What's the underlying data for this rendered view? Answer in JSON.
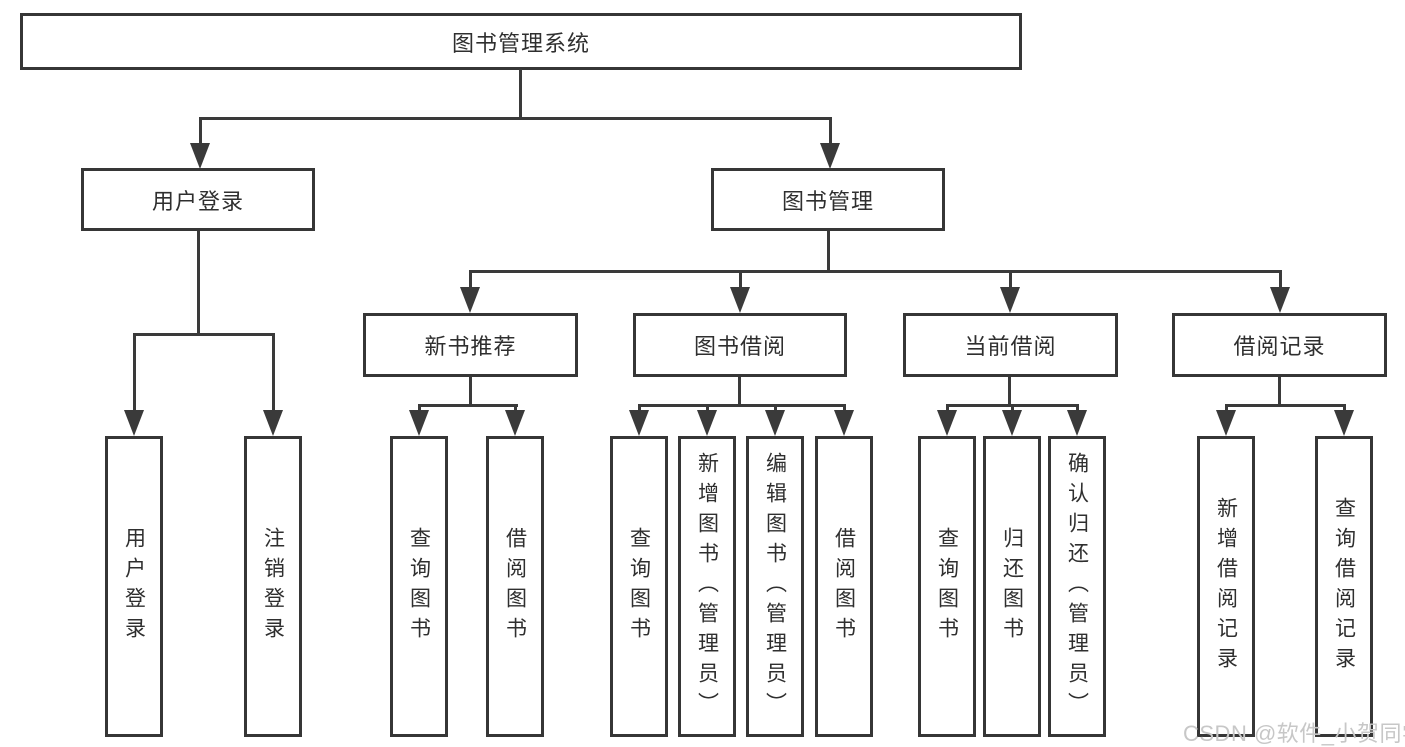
{
  "diagram": {
    "root": "图书管理系统",
    "level2": [
      {
        "label": "用户登录",
        "children": [
          {
            "label": "用户登录"
          },
          {
            "label": "注销登录"
          }
        ]
      },
      {
        "label": "图书管理",
        "modules": [
          {
            "label": "新书推荐",
            "children": [
              {
                "label": "查询图书"
              },
              {
                "label": "借阅图书"
              }
            ]
          },
          {
            "label": "图书借阅",
            "children": [
              {
                "label": "查询图书"
              },
              {
                "label": "新增图书（管理员）"
              },
              {
                "label": "编辑图书（管理员）"
              },
              {
                "label": "借阅图书"
              }
            ]
          },
          {
            "label": "当前借阅",
            "children": [
              {
                "label": "查询图书"
              },
              {
                "label": "归还图书"
              },
              {
                "label": "确认归还（管理员）"
              }
            ]
          },
          {
            "label": "借阅记录",
            "children": [
              {
                "label": "新增借阅记录"
              },
              {
                "label": "查询借阅记录"
              }
            ]
          }
        ]
      }
    ]
  },
  "watermark": {
    "text": "CSDN @软件_小贺同学"
  },
  "colors": {
    "line": "#3a3a3a",
    "box_border": "#363636",
    "text": "#2f2f2f",
    "watermark": "#c7c7c7",
    "background": "#ffffff"
  }
}
